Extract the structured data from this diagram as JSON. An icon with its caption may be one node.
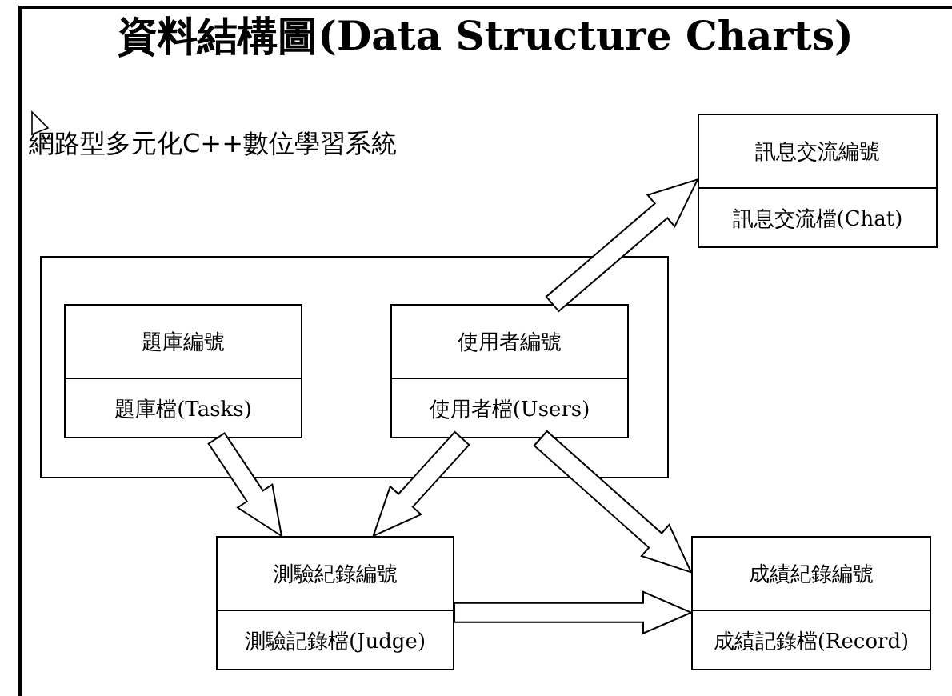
{
  "diagram": {
    "title": "資料結構圖(Data Structure Charts)",
    "nodes": [
      {
        "text": [],
        "shape": "box"
      },
      {
        "text": [
          "題庫編號",
          "題庫檔(Tasks)"
        ],
        "in": 0
      },
      {
        "text": [
          "使用者編號",
          "使用者檔(Users)"
        ],
        "in": 0
      },
      {
        "text": [
          "訊息交流編號",
          "訊息交流檔(Chat)"
        ]
      },
      {
        "text": [
          "測驗紀錄編號",
          "測驗記錄檔(Judge)"
        ]
      },
      {
        "text": [
          "成績紀錄編號",
          "成績記錄檔(Record)"
        ]
      }
    ],
    "edges": [
      {
        "from": 2,
        "to": 3,
        "arrow": "to"
      },
      {
        "from": 1,
        "to": 4,
        "arrow": "to"
      },
      {
        "from": 2,
        "to": 4,
        "arrow": "to"
      },
      {
        "from": 2,
        "to": 5,
        "arrow": "to"
      },
      {
        "from": 4,
        "to": 5,
        "arrow": "to"
      }
    ],
    "labels": [
      "網路型多元化C++數位學習系統"
    ]
  }
}
